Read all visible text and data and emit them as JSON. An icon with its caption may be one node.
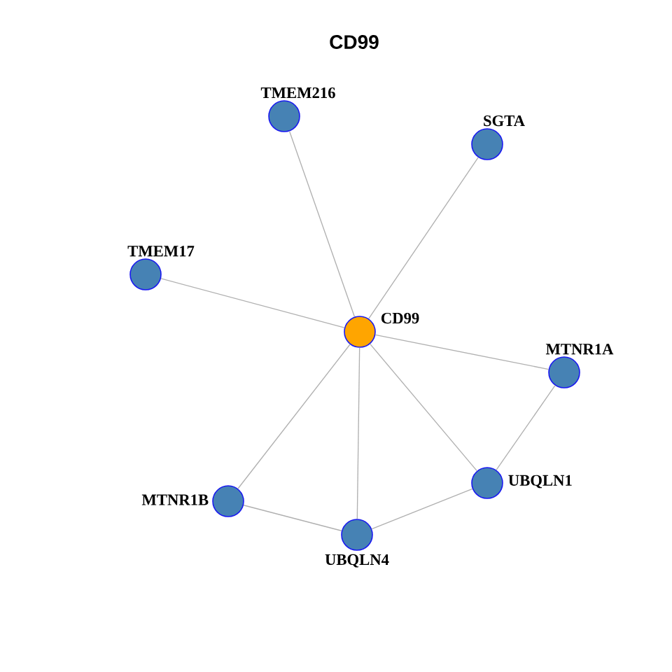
{
  "diagram": {
    "title": "CD99",
    "nodes": [
      {
        "text": [
          "TMEM216"
        ]
      },
      {
        "text": [
          "SGTA"
        ]
      },
      {
        "text": [
          "TMEM17"
        ]
      },
      {
        "text": [
          "CD99"
        ]
      },
      {
        "text": [
          "MTNR1A"
        ]
      },
      {
        "text": [
          "UBQLN1"
        ]
      },
      {
        "text": [
          "MTNR1B"
        ]
      },
      {
        "text": [
          "UBQLN4"
        ]
      }
    ],
    "edges": [
      {
        "from": 3,
        "to": 0,
        "arrow": "none"
      },
      {
        "from": 3,
        "to": 1,
        "arrow": "none"
      },
      {
        "from": 3,
        "to": 2,
        "arrow": "none"
      },
      {
        "from": 3,
        "to": 4,
        "arrow": "none"
      },
      {
        "from": 3,
        "to": 5,
        "arrow": "none"
      },
      {
        "from": 3,
        "to": 7,
        "arrow": "none"
      },
      {
        "from": 3,
        "to": 6,
        "arrow": "none"
      },
      {
        "from": 4,
        "to": 5,
        "arrow": "none"
      },
      {
        "from": 5,
        "to": 7,
        "arrow": "none"
      },
      {
        "from": 6,
        "to": 7,
        "arrow": "none"
      }
    ]
  }
}
